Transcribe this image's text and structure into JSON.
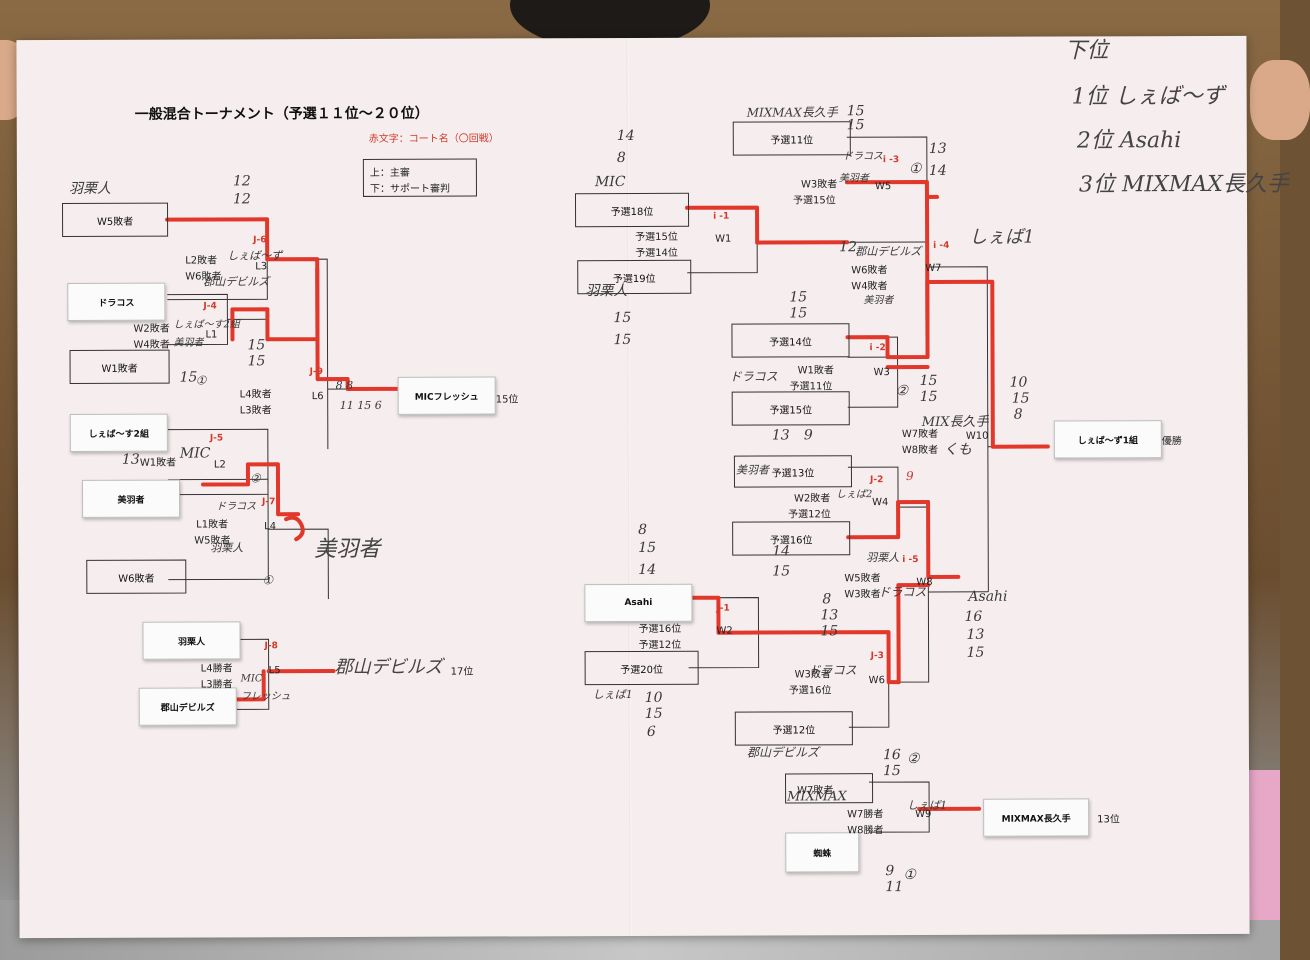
{
  "sheet": {
    "title": "一般混合トーナメント（予選１１位～２０位）",
    "note_red": "赤文字：コート名（〇回戦）",
    "legend_top": "上：主審",
    "legend_bottom": "下：サポート審判"
  },
  "ranking_note": {
    "header": "下位",
    "first": "1位 しぇば～ず",
    "second": "2位 Asahi",
    "third": "3位 MIXMAX長久手"
  },
  "left_bracket": {
    "boxes": [
      "W5敗者",
      "W1敗者",
      "W6敗者"
    ],
    "stickers": [
      "ドラコス",
      "しぇば～す2組",
      "美羽者",
      "羽栗人",
      "郡山デビルズ",
      "MICフレッシュ"
    ],
    "codes": [
      "J-6",
      "J-4",
      "J-9",
      "J-5",
      "J-7",
      "J-8"
    ],
    "labels": [
      "L2敗者",
      "W6敗者",
      "W2敗者",
      "W4敗者",
      "L1",
      "L3",
      "L6",
      "L4敗者",
      "L3敗者",
      "W1敗者",
      "L2",
      "L1敗者",
      "W5敗者",
      "L4",
      "L4勝者",
      "L3勝者",
      "L5"
    ],
    "places": [
      "15位",
      "17位"
    ]
  },
  "right_bracket": {
    "boxes": [
      "予選11位",
      "予選18位",
      "予選19位",
      "予選14位",
      "予選15位",
      "予選16位",
      "予選20位",
      "予選12位"
    ],
    "stickers": [
      "Asahi",
      "しぇば～ず1組",
      "MIXMAX長久手",
      "蜘蛛"
    ],
    "codes": [
      "i -1",
      "i -4",
      "i -2",
      "i -3",
      "J-2",
      "i -5",
      "J-1",
      "J-3"
    ],
    "labels": [
      "W3敗者",
      "予選15位",
      "W5",
      "予選15位",
      "予選14位",
      "W1",
      "W6敗者",
      "W4敗者",
      "W7",
      "W1敗者",
      "予選11位",
      "W3",
      "W7敗者",
      "W8敗者",
      "W10",
      "W2敗者",
      "予選12位",
      "W4",
      "W5敗者",
      "W3敗者",
      "W8",
      "予選16位",
      "予選12位",
      "W2",
      "W3敗者",
      "予選16位",
      "W6",
      "W7敗者",
      "W7勝者",
      "W8勝者",
      "W9",
      "予選13位"
    ],
    "places": [
      "優勝",
      "13位"
    ]
  },
  "handwriting": {
    "left": [
      "羽栗人",
      "12",
      "12",
      "しぇば～ず",
      "郡山デビルズ",
      "しぇば～す2組",
      "美羽者",
      "15",
      "15",
      "15",
      "①",
      "MIC",
      "②",
      "ドラコス",
      "羽栗人",
      "①",
      "美羽者",
      "郡山デビルズ",
      "MIC",
      "フレッシュ",
      "11 15 6",
      "8 8",
      "13"
    ],
    "right": [
      "14",
      "8",
      "MIC",
      "MIXMAX長久手",
      "15",
      "15",
      "羽栗人",
      "15",
      "15",
      "ドラコス",
      "美羽者",
      "①",
      "13",
      "14",
      "郡山デビルズ",
      "12",
      "美羽者",
      "15",
      "15",
      "しぇば1",
      "ドラコス",
      "②",
      "MIX長久手",
      "くも",
      "10",
      "15",
      "8",
      "13",
      "9",
      "美羽者",
      "しぇば2",
      "9",
      "14",
      "15",
      "羽栗人",
      "ドラコス",
      "8",
      "15",
      "14",
      "8",
      "13",
      "15",
      "Asahi",
      "16",
      "13",
      "15",
      "ドラコス",
      "しぇば1",
      "10",
      "15",
      "6",
      "郡山デビルズ",
      "16",
      "15",
      "②",
      "MIXMAX",
      "しぇば1",
      "9",
      "11",
      "①",
      "15",
      "15"
    ]
  },
  "colors": {
    "paper": "#f6eeee",
    "red_marker": "#e2382b",
    "ink": "#222222"
  }
}
